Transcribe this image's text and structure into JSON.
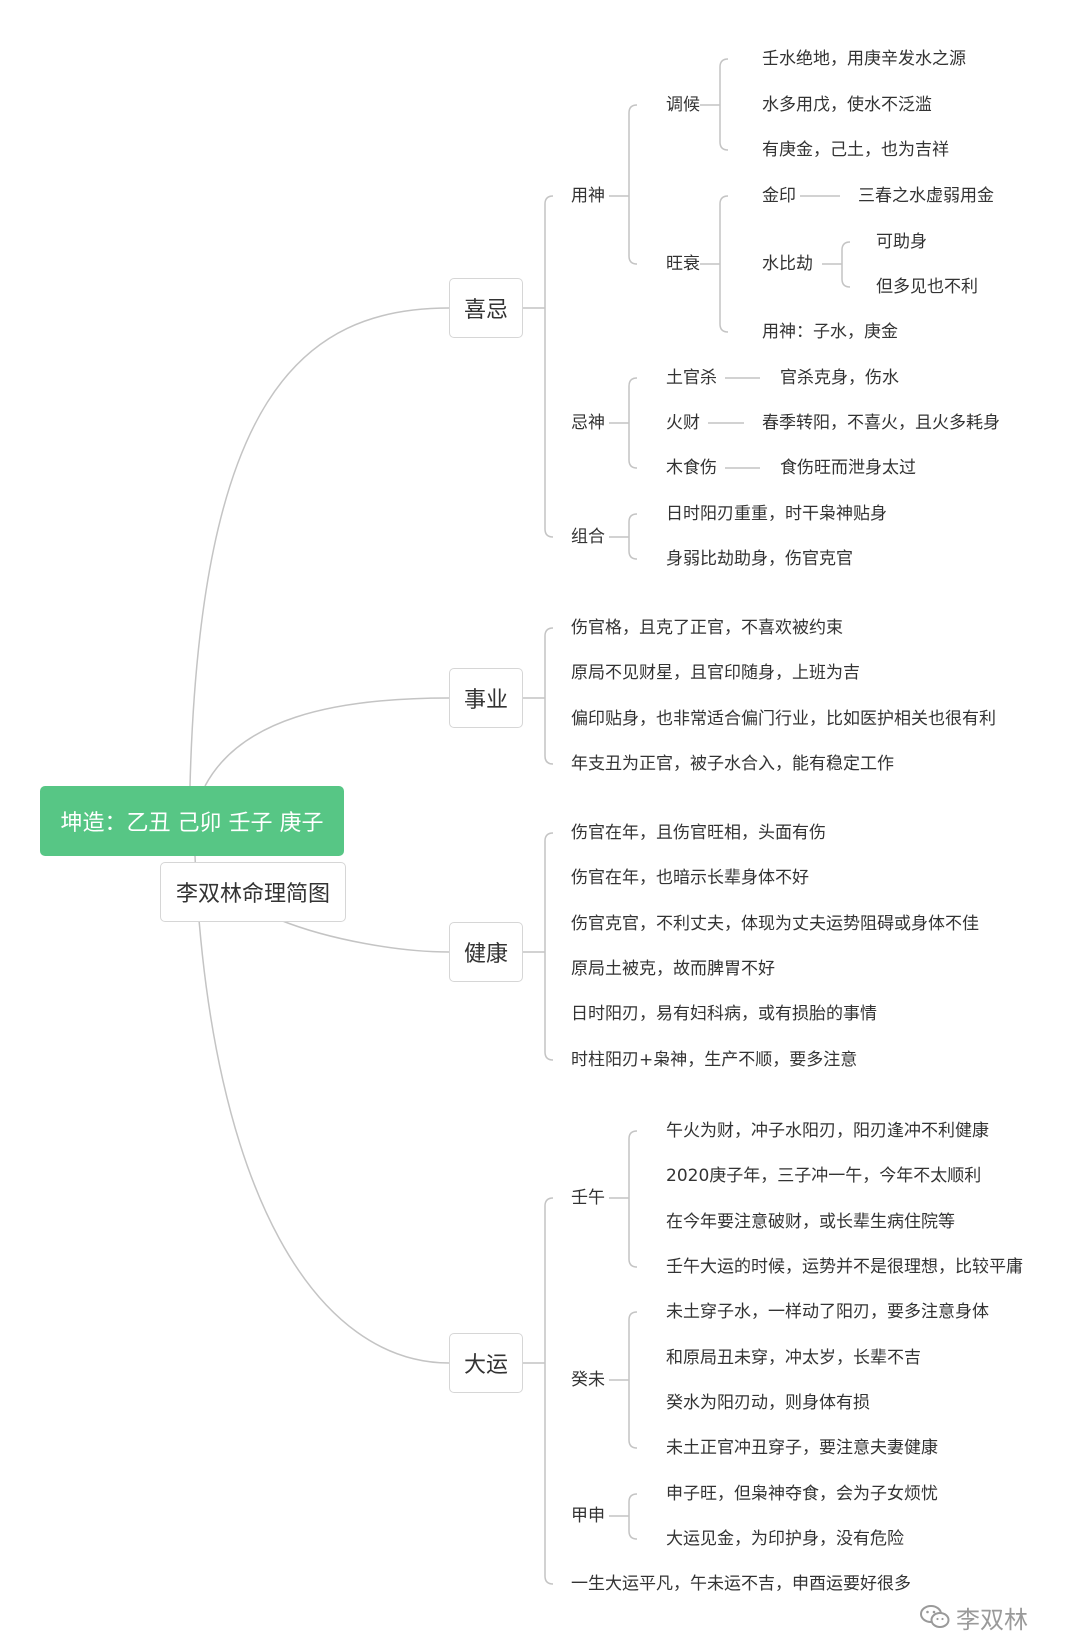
{
  "root": {
    "label": "坤造：乙丑 己卯 壬子 庚子",
    "subtitle": "李双林命理简图",
    "color": "#57c685"
  },
  "branches": {
    "xiji": {
      "label": "喜忌",
      "yongshen": {
        "label": "用神",
        "tiaohou": {
          "label": "调候",
          "items": [
            "壬水绝地，用庚辛发水之源",
            "水多用戊，使水不泛滥",
            "有庚金，己土，也为吉祥"
          ]
        },
        "wangshuai": {
          "label": "旺衰",
          "jinyin": {
            "label": "金印",
            "detail": "三春之水虚弱用金"
          },
          "shuibijie": {
            "label": "水比劫",
            "items": [
              "可助身",
              "但多见也不利"
            ]
          },
          "yongshen_line": "用神：子水，庚金"
        }
      },
      "jishen": {
        "label": "忌神",
        "items": [
          {
            "label": "土官杀",
            "detail": "官杀克身，伤水"
          },
          {
            "label": "火财",
            "detail": "春季转阳，不喜火，且火多耗身"
          },
          {
            "label": "木食伤",
            "detail": "食伤旺而泄身太过"
          }
        ]
      },
      "zuhe": {
        "label": "组合",
        "items": [
          "日时阳刃重重，时干枭神贴身",
          "身弱比劫助身，伤官克官"
        ]
      }
    },
    "shiye": {
      "label": "事业",
      "items": [
        "伤官格，且克了正官，不喜欢被约束",
        "原局不见财星，且官印随身，上班为吉",
        "偏印贴身，也非常适合偏门行业，比如医护相关也很有利",
        "年支丑为正官，被子水合入，能有稳定工作"
      ]
    },
    "jiankang": {
      "label": "健康",
      "items": [
        "伤官在年，且伤官旺相，头面有伤",
        "伤官在年，也暗示长辈身体不好",
        "伤官克官，不利丈夫，体现为丈夫运势阻碍或身体不佳",
        "原局土被克，故而脾胃不好",
        "日时阳刃，易有妇科病，或有损胎的事情",
        "时柱阳刃+枭神，生产不顺，要多注意"
      ]
    },
    "dayun": {
      "label": "大运",
      "renwu": {
        "label": "壬午",
        "items": [
          "午火为财，冲子水阳刃，阳刃逢冲不利健康",
          "2020庚子年，三子冲一午，今年不太顺利",
          "在今年要注意破财，或长辈生病住院等",
          "壬午大运的时候，运势并不是很理想，比较平庸"
        ]
      },
      "guiwei": {
        "label": "癸未",
        "items": [
          "未土穿子水，一样动了阳刃，要多注意身体",
          "和原局丑未穿，冲太岁，长辈不吉",
          "癸水为阳刃动，则身体有损",
          "未土正官冲丑穿子，要注意夫妻健康"
        ]
      },
      "jiashen": {
        "label": "甲申",
        "items": [
          "申子旺，但枭神夺食，会为子女烦忧",
          "大运见金，为印护身，没有危险"
        ]
      },
      "summary": "一生大运平凡，午未运不吉，申酉运要好很多"
    }
  },
  "watermark": {
    "text": "李双林",
    "icon": "wechat-icon"
  }
}
